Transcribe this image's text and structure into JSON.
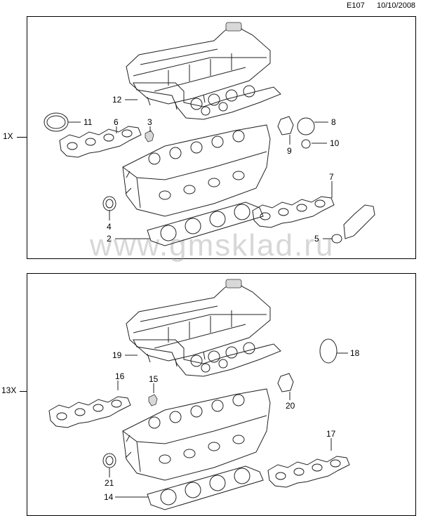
{
  "header": {
    "code": "E107",
    "date": "10/10/2008"
  },
  "panels": [
    {
      "quantity": "1X",
      "callouts": [
        "11",
        "6",
        "3",
        "12",
        "9",
        "8",
        "10",
        "7",
        "4",
        "2",
        "5"
      ]
    },
    {
      "quantity": "13X",
      "callouts": [
        "16",
        "15",
        "19",
        "18",
        "20",
        "17",
        "21",
        "14"
      ]
    }
  ],
  "watermark": "www.gmsklad.ru"
}
